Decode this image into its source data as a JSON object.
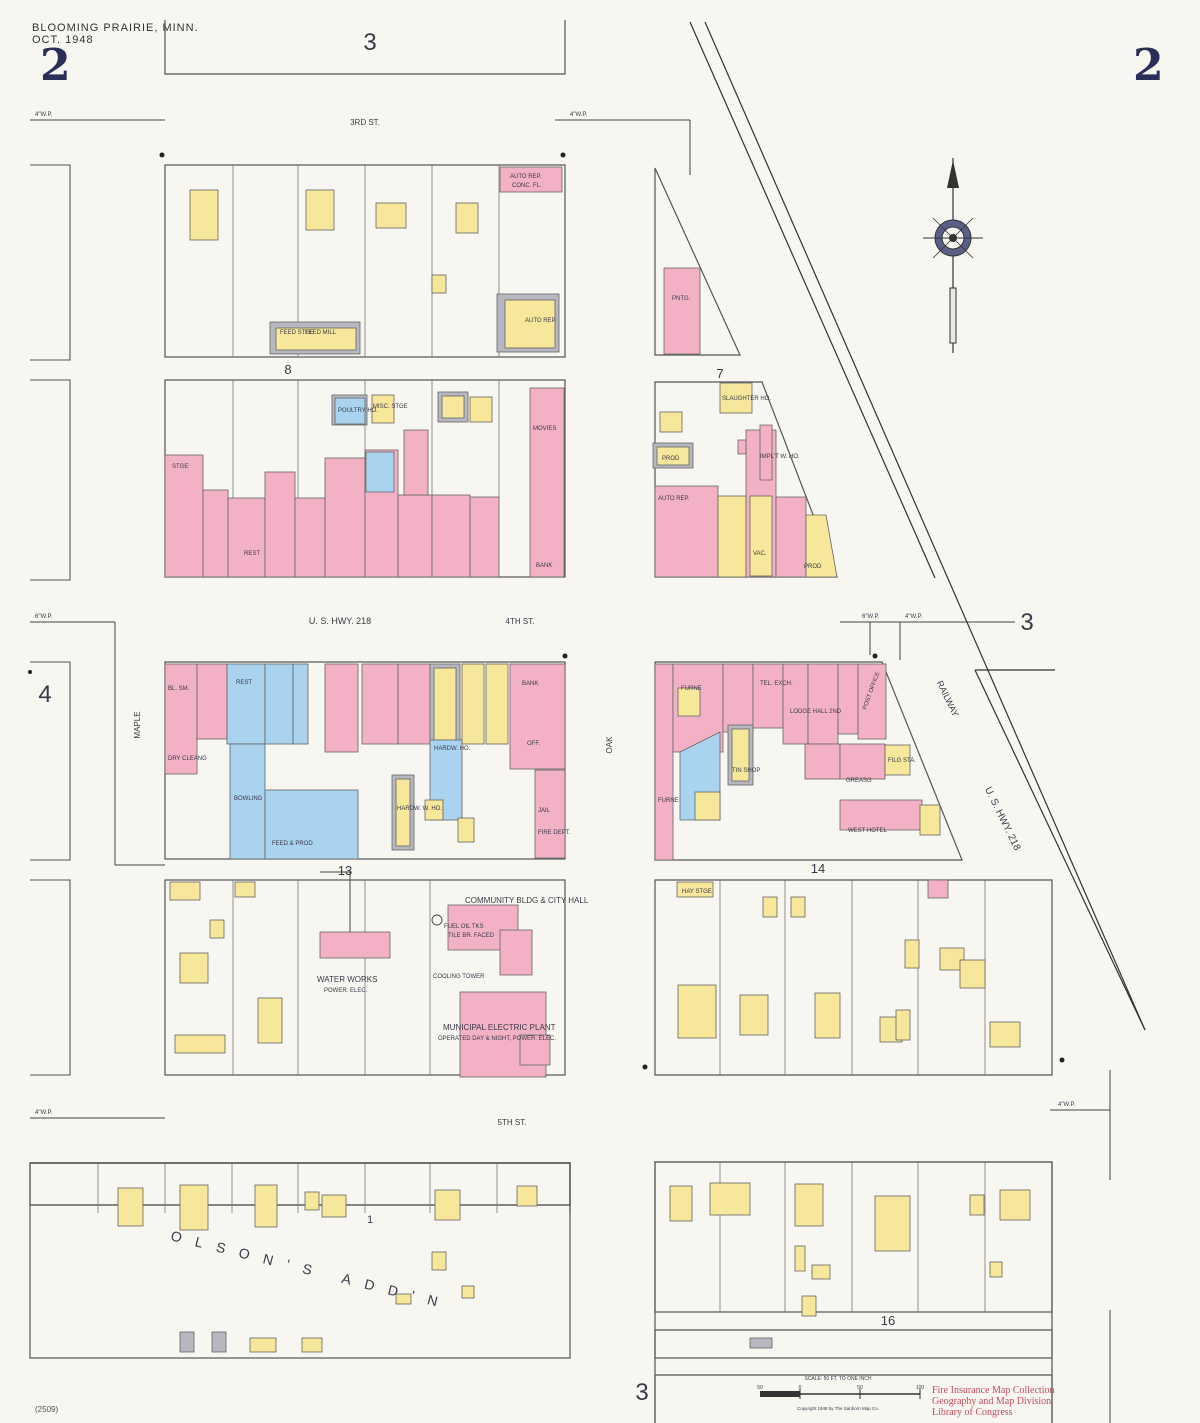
{
  "header": {
    "town": "BLOOMING PRAIRIE, MINN.",
    "date": "OCT. 1948",
    "sheet_left": "2",
    "sheet_right": "2"
  },
  "adjacent_sheets": {
    "top": "3",
    "left": "4",
    "right": "3",
    "bottom": "3"
  },
  "streets": {
    "third": "3RD ST.",
    "hwy_218": "U. S. HWY. 218",
    "fourth": "4TH ST.",
    "fifth": "5TH ST.",
    "maple": "MAPLE",
    "oak": "OAK",
    "railway": "RAILWAY",
    "us_hwy_vertical": "U. S. HWY. 218"
  },
  "water_mains": {
    "four": "4\"W.P.",
    "six": "6\"W.P."
  },
  "blocks": {
    "b7": "7",
    "b8": "8",
    "b13": "13",
    "b14": "14",
    "b16": "16",
    "b1": "1"
  },
  "buildings": {
    "auto_rep_1": "AUTO REP.",
    "auto_rep_2": "AUTO REP.",
    "conc_fl": "CONC. FL.",
    "feed_stge": "FEED STGE",
    "feed_mill": "FEED MILL",
    "cb_poultry": "POULTRY HO.",
    "misc_stge": "MISC. STGE",
    "movies": "MOVIES",
    "bank_top": "BANK",
    "rest_top": "REST",
    "stge": "STGE",
    "paint_shop": "PNTG.",
    "prod": "PROD",
    "slaughter": "SLAUGHTER HO.",
    "impl_wh": "IMPL'T W. HO.",
    "auto_rep_3": "AUTO REP.",
    "vac": "VAC.",
    "bl_sm": "BL. SM.",
    "dry_clean": "DRY CLEANG",
    "rest_mid": "REST",
    "bowling": "BOWLING",
    "feed_prod": "FEED & PROD",
    "hardw": "HARDW. HO.",
    "hardw_wh": "HARDW. W. HO.",
    "bank_mid": "BANK",
    "off": "OFF.",
    "jail": "JAIL",
    "fire_dept": "FIRE DEPT.",
    "furne_1": "FURNE",
    "furne_2": "FURNE",
    "tel_exch": "TEL. EXCH.",
    "lodge_hall": "LODGE HALL 2ND",
    "post_office": "POST OFFICE",
    "filg_sta": "FILG STA.",
    "grease": "GREASG",
    "west_hotel": "WEST HOTEL",
    "tin_shop": "TIN SHOP",
    "hay_stge": "HAY STGE",
    "community": "COMMUNITY BLDG & CITY HALL",
    "tile_br": "TILE BR. FACED",
    "fuel_oil": "FUEL OIL TKS",
    "cooling_tower": "COOLING TOWER",
    "water_works": "WATER WORKS",
    "power_elec": "POWER: ELEC.",
    "municipal": "MUNICIPAL ELECTRIC PLANT",
    "municipal_note": "OPERATED DAY & NIGHT, POWER: ELEC.",
    "olsons_addn": "OLSON'S ADD'N"
  },
  "scale": {
    "label": "SCALE: 50 FT. TO ONE INCH",
    "ticks": [
      "50",
      "0",
      "50",
      "100"
    ]
  },
  "copyright": "Copyright 1948 by The Sanborn Map Co.",
  "stamp": [
    "Fire Insurance Map Collection",
    "Geography and Map Division",
    "Library of Congress"
  ],
  "corner_code": "(2509)",
  "colors": {
    "brick": "#f3b1c6",
    "frame": "#f6e79a",
    "concrete": "#a9d3ee",
    "iron": "#b7b7c2"
  }
}
